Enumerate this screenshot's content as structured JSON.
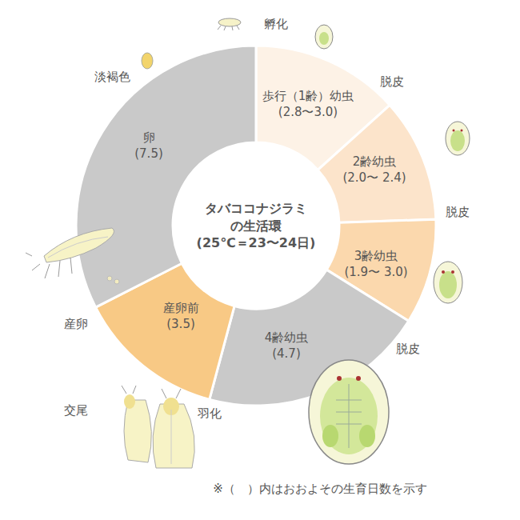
{
  "diagram": {
    "nodes": [
      {
        "text": [
          "タバココナジラミ の生活環",
          "(25℃＝23〜24日)"
        ]
      },
      {
        "text": [
          "歩行（1齢）幼虫",
          "(2.8〜3.0)"
        ]
      },
      {
        "text": [
          "2齢幼虫",
          "(2.0〜 2.4)"
        ]
      },
      {
        "text": [
          "3齢幼虫",
          "(1.9〜 3.0)"
        ]
      },
      {
        "text": [
          "4齢幼虫",
          "(4.7)"
        ]
      },
      {
        "text": [
          "産卵前",
          "(3.5)"
        ]
      },
      {
        "text": [
          "卵",
          "(7.5)"
        ]
      }
    ],
    "labels": [
      "孵化",
      "脱皮",
      "脱皮",
      "脱皮",
      "羽化",
      "交尾",
      "産卵",
      "淡褐色",
      "※（　）内はおおよその生育日数を示す"
    ]
  }
}
